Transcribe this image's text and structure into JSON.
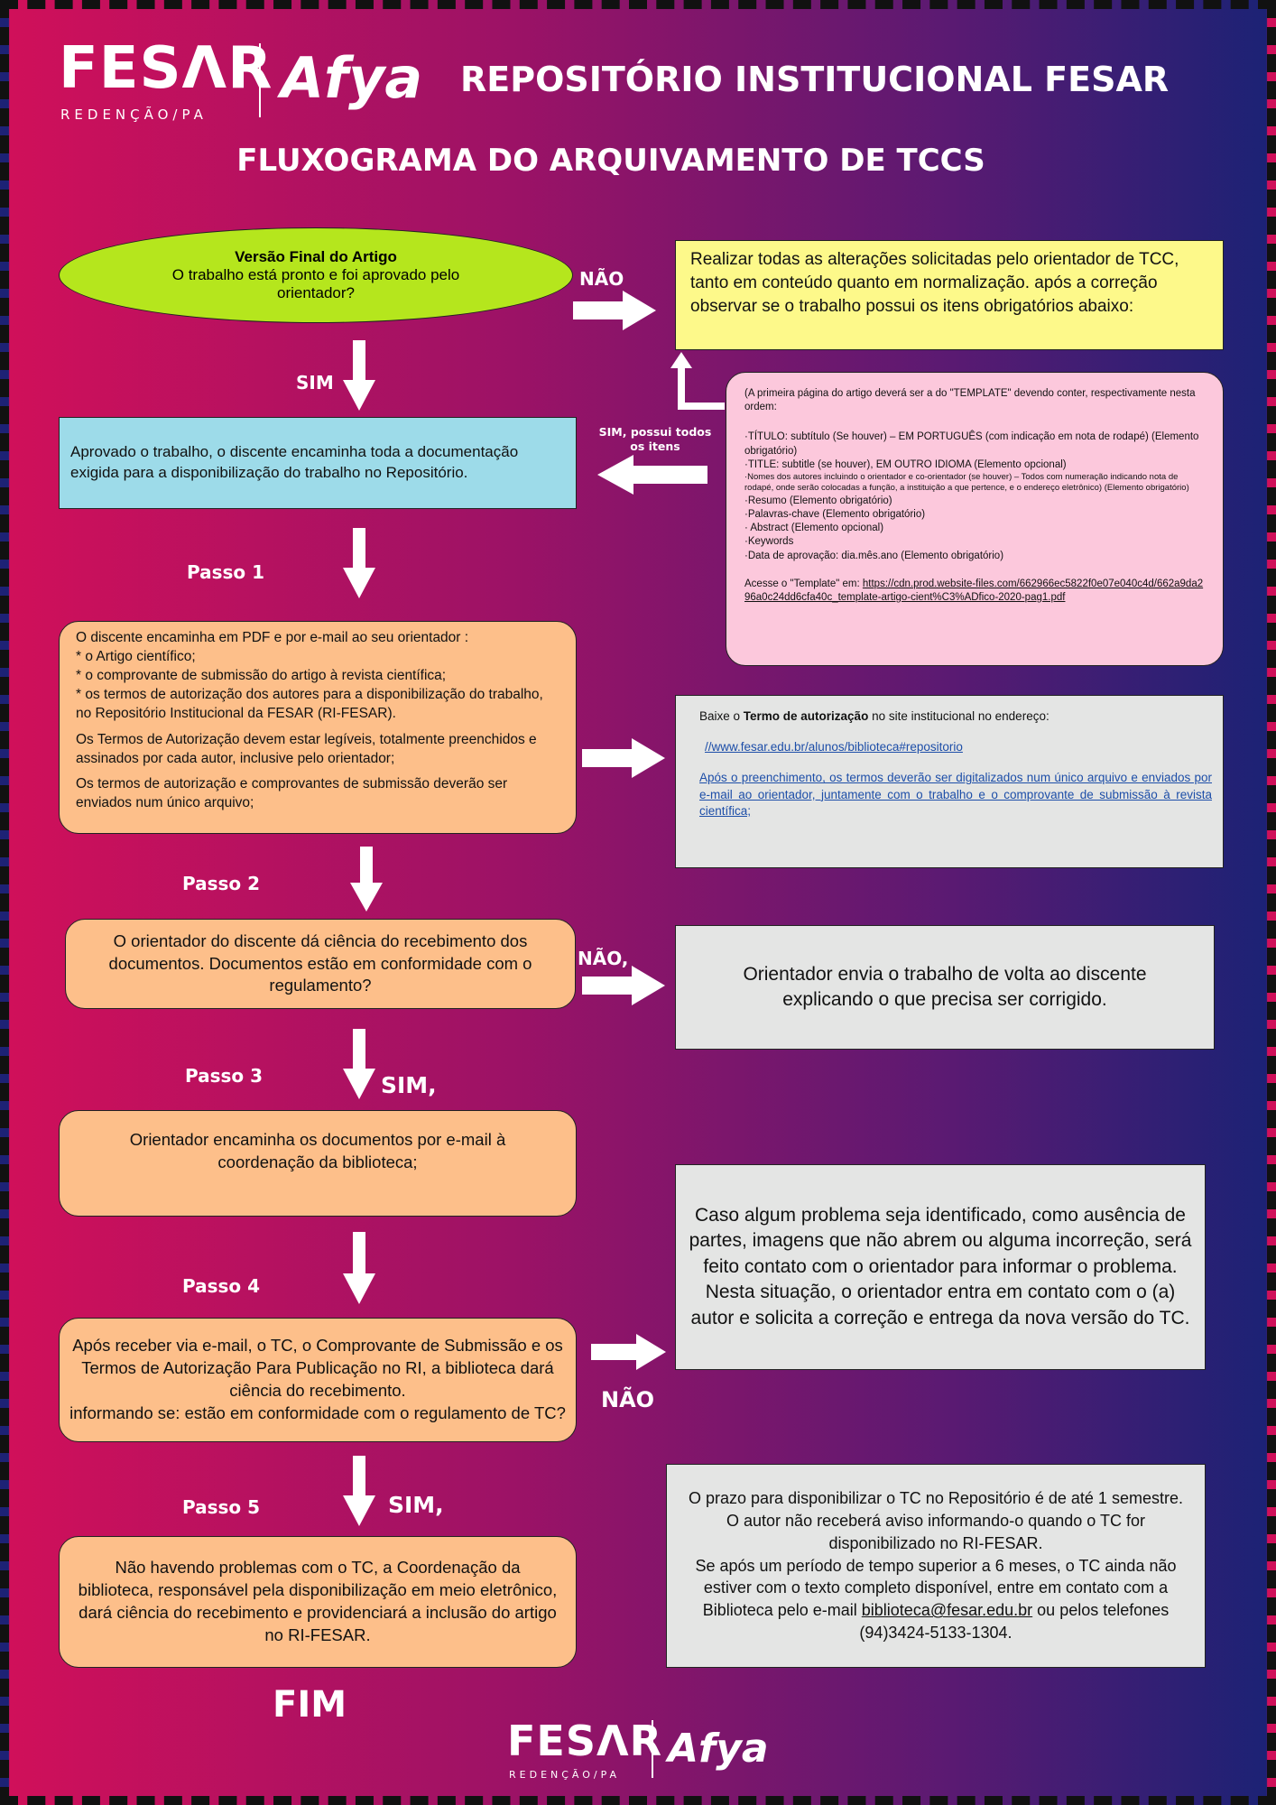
{
  "header": {
    "logo_fesar": "FESΛR",
    "logo_sub": "REDENÇÃO/PA",
    "logo_afya": "Afya",
    "title": "REPOSITÓRIO INSTITUCIONAL FESAR",
    "subtitle": "FLUXOGRAMA DO ARQUIVAMENTO DE TCCS"
  },
  "start": {
    "title": "Versão Final do Artigo",
    "question": "O trabalho está pronto e foi aprovado pelo orientador?"
  },
  "labels": {
    "nao_1": "NÃO",
    "sim_1": "SIM",
    "sim_itens": "SIM, possui todos os itens",
    "passo1": "Passo 1",
    "passo2": "Passo 2",
    "nao_2": "NÃO,",
    "passo3": "Passo 3",
    "sim_3": "SIM,",
    "passo4": "Passo 4",
    "nao_4": "NÃO",
    "passo5": "Passo 5",
    "sim_5": "SIM,",
    "fim": "FIM"
  },
  "yellow_box": "Realizar todas as alterações solicitadas pelo orientador de TCC, tanto em conteúdo quanto em normalização. após a correção observar se o trabalho possui os itens obrigatórios abaixo:",
  "pink_box": {
    "intro": "(A primeira página do artigo deverá ser a do \"TEMPLATE\" devendo conter, respectivamente nesta ordem:",
    "items": [
      "·TÍTULO: subtítulo (Se houver) – EM PORTUGUÊS (com indicação em nota de rodapé) (Elemento obrigatório)",
      "·TITLE: subtitle (se houver), EM OUTRO IDIOMA (Elemento opcional)",
      "·Nomes dos autores incluindo o orientador e co-orientador (se houver) – Todos com numeração indicando nota de rodapé, onde serão colocadas a função, a instituição a que pertence, e o endereço eletrônico) (Elemento obrigatório)",
      "·Resumo (Elemento obrigatório)",
      "·Palavras-chave (Elemento obrigatório)",
      "· Abstract (Elemento opcional)",
      "·Keywords",
      "·Data de aprovação: dia.mês.ano (Elemento obrigatório)"
    ],
    "access_prefix": "Acesse o \"Template\" em: ",
    "access_link": "https://cdn.prod.website-files.com/662966ec5822f0e07e040c4d/662a9da296a0c24dd6cfa40c_template-artigo-cient%C3%ADfico-2020-pag1.pdf"
  },
  "blue_box": "Aprovado o trabalho, o discente encaminha toda a documentação exigida para a disponibilização do trabalho no Repositório.",
  "step1_box": {
    "intro": "O discente encaminha em PDF e por e-mail ao seu orientador :",
    "b1": " * o Artigo científico;",
    "b2": " * o comprovante de submissão do artigo à revista científica;",
    "b3": " * os termos de  autorização dos autores para a disponibilização do trabalho, no  Repositório Institucional da FESAR (RI-FESAR).",
    "p2": "Os Termos de Autorização devem estar legíveis, totalmente preenchidos e assinados por cada autor, inclusive pelo orientador;",
    "p3": "Os termos de autorização e comprovantes de submissão deverão ser enviados num único arquivo;"
  },
  "grey1": {
    "prefix": "Baixe o ",
    "bold": "Termo de autorização",
    "suffix": "  no site institucional no endereço:",
    "link": "//www.fesar.edu.br/alunos/biblioteca#repositorio",
    "note": "Após o preenchimento, os termos deverão ser digitalizados num único arquivo e enviados por e-mail ao orientador, juntamente com o trabalho e o comprovante de submissão à revista científica;"
  },
  "step2_box": "O orientador do discente dá ciência do recebimento dos documentos. Documentos estão em conformidade com o regulamento?",
  "grey2": "Orientador envia o trabalho de volta ao discente explicando o que precisa ser corrigido.",
  "step3_box": "Orientador  encaminha os documentos por e-mail à coordenação da biblioteca;",
  "grey3": "Caso algum problema seja identificado, como ausência de partes, imagens que não abrem ou alguma incorreção, será feito contato com o orientador para informar o problema. Nesta situação, o orientador  entra em contato com o (a) autor e solicita a correção e entrega da nova versão do TC.",
  "step4_box": "Após receber via e-mail, o TC, o Comprovante de Submissão e os Termos de Autorização Para Publicação no RI, a biblioteca dará ciência do recebimento.\ninformando se: estão em conformidade com o regulamento de TC?",
  "step5_box": "Não havendo problemas com o TC, a Coordenação da biblioteca, responsável pela disponibilização em meio eletrônico, dará ciência do recebimento e providenciará a inclusão do artigo no RI-FESAR.",
  "grey4": {
    "l1": "O prazo para disponibilizar o TC no Repositório é de até 1 semestre.",
    "l2": "O autor não receberá aviso informando-o quando o TC for disponibilizado no RI-FESAR.",
    "l3_pre": "Se após um período de tempo superior a 6 meses, o TC ainda não estiver com o texto completo disponível, entre em contato com a Biblioteca pelo e-mail ",
    "email": "biblioteca@fesar.edu.br",
    "l3_post": "  ou pelos telefones (94)3424-5133-1304."
  },
  "colors": {
    "ellipse": "#b5e61d",
    "yellow": "#fdf98a",
    "pink": "#fcc8dc",
    "blue": "#9ddbe9",
    "peach": "#fdbf8a",
    "grey": "#e4e5e4"
  }
}
